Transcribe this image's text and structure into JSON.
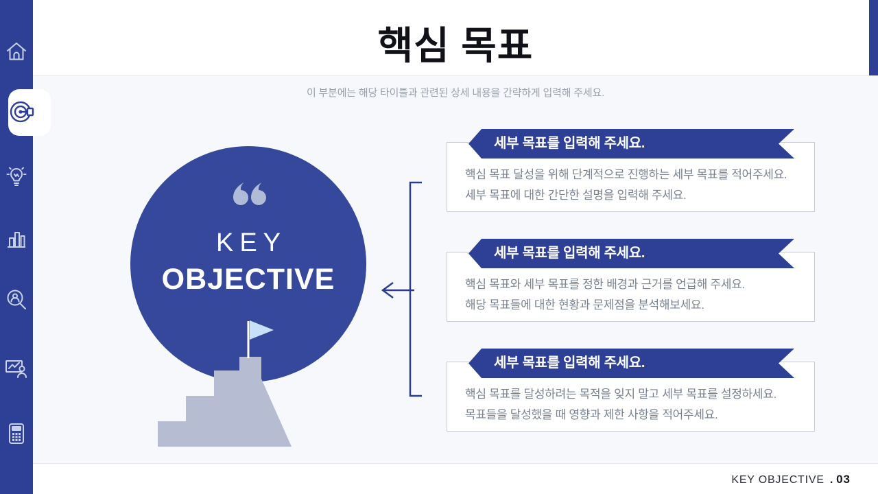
{
  "slide": {
    "title": "핵심 목표",
    "subtitle": "이 부분에는 해당 타이틀과 관련된 상세 내용을 간략하게 입력해 주세요.",
    "footer": {
      "section_label": "KEY OBJECTIVE",
      "dot": ".",
      "page_number": "03"
    }
  },
  "sidebar": {
    "items": [
      {
        "icon": "home-icon",
        "active": false
      },
      {
        "icon": "target-icon",
        "active": true
      },
      {
        "icon": "lightbulb-icon",
        "active": false
      },
      {
        "icon": "bar-chart-icon",
        "active": false
      },
      {
        "icon": "search-user-icon",
        "active": false
      },
      {
        "icon": "presentation-icon",
        "active": false
      },
      {
        "icon": "calculator-icon",
        "active": false
      }
    ]
  },
  "diagram": {
    "circle": {
      "line1": "KEY",
      "line2": "OBJECTIVE",
      "quote_icon": "quotation-marks-icon"
    },
    "illustration": {
      "stairs": "stairs-graphic",
      "flag": "flag-icon"
    },
    "connector": "bracket-arrow-left",
    "cards": [
      {
        "title": "세부 목표를 입력해 주세요.",
        "body_line1": "핵심 목표 달성을 위해 단계적으로 진행하는 세부 목표를 적어주세요.",
        "body_line2": "세부 목표에 대한 간단한 설명을 입력해 주세요."
      },
      {
        "title": "세부 목표를 입력해 주세요.",
        "body_line1": "핵심 목표와 세부 목표를 정한 배경과 근거를 언급해 주세요.",
        "body_line2": "해당 목표들에 대한 현황과 문제점을 분석해보세요."
      },
      {
        "title": "세부 목표를 입력해 주세요.",
        "body_line1": "핵심 목표를 달성하려는 목적을 잊지 말고 세부 목표를 설정하세요.",
        "body_line2": "목표들을 달성했을 때 영향과 제한 사항을 적어주세요."
      }
    ]
  },
  "colors": {
    "primary_blue": "#2E4095",
    "circle_blue": "#36489C",
    "stairs_gray": "#B6BDD3",
    "flag_light_blue": "#C8E1F9",
    "quote_gray_blue": "#B0BBD8",
    "card_border": "#C6C9D7",
    "body_text": "#7A8290",
    "subtitle_text": "#9BA1AB",
    "sidebar_icon": "#C9D2EA"
  }
}
